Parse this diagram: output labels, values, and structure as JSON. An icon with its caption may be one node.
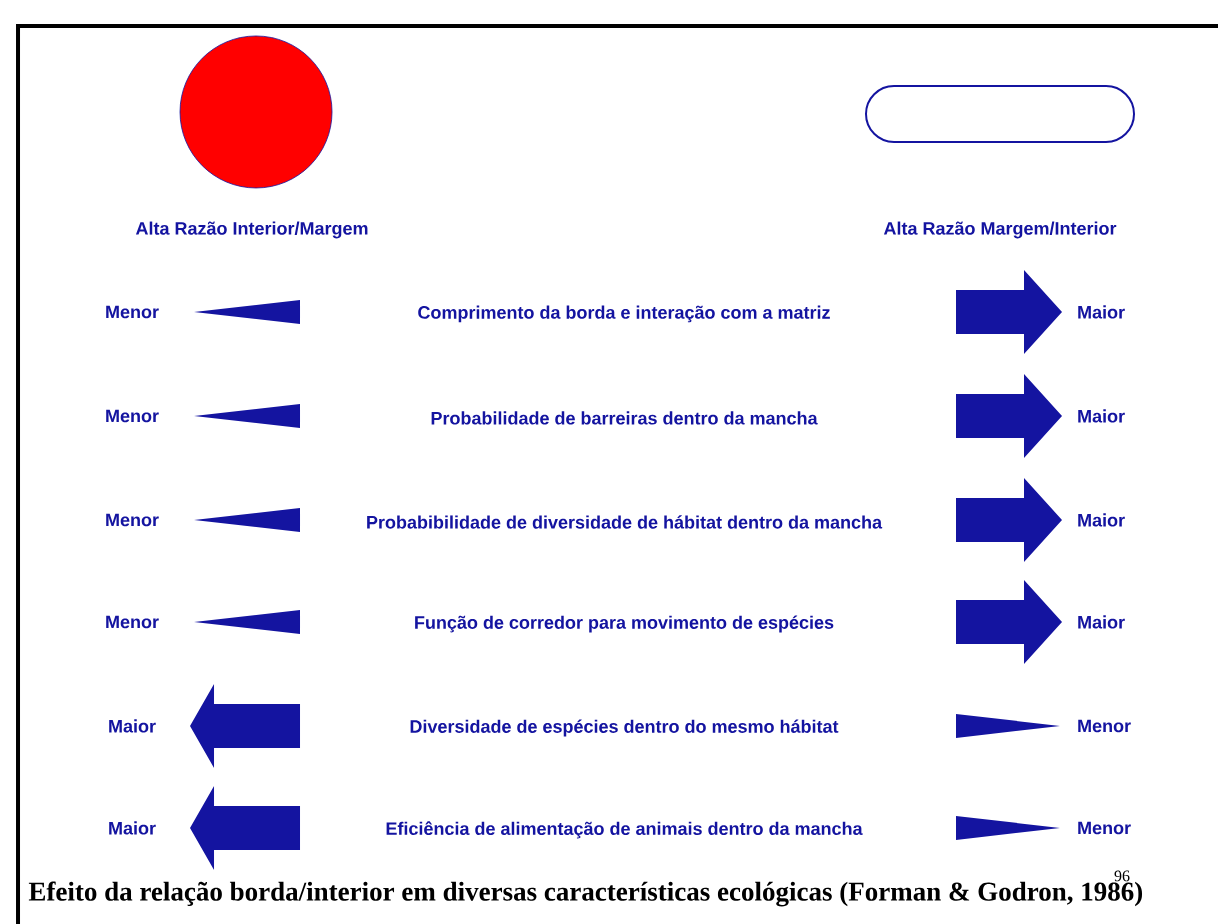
{
  "diagram": {
    "caption": "Efeito da relação borda/interior em diversas características ecológicas (Forman & Godron, 1986)",
    "nodes": [
      {
        "text": [],
        "shape": "circle"
      },
      {
        "text": [],
        "shape": "box"
      }
    ],
    "labels": [
      "Alta Razão Interior/Margem",
      "Alta Razão Margem/Interior",
      "Menor",
      "Comprimento da borda e interação com a matriz",
      "Maior",
      "Menor",
      "Probabilidade de barreiras dentro da mancha",
      "Maior",
      "Menor",
      "Probabibilidade de diversidade de hábitat dentro da mancha",
      "Maior",
      "Menor",
      "Função de corredor para movimento de espécies",
      "Maior",
      "Maior",
      "Diversidade de espécies dentro do mesmo hábitat",
      "Menor",
      "Maior",
      "Eficiência de alimentação de animais dentro da mancha",
      "Menor",
      "96"
    ]
  }
}
